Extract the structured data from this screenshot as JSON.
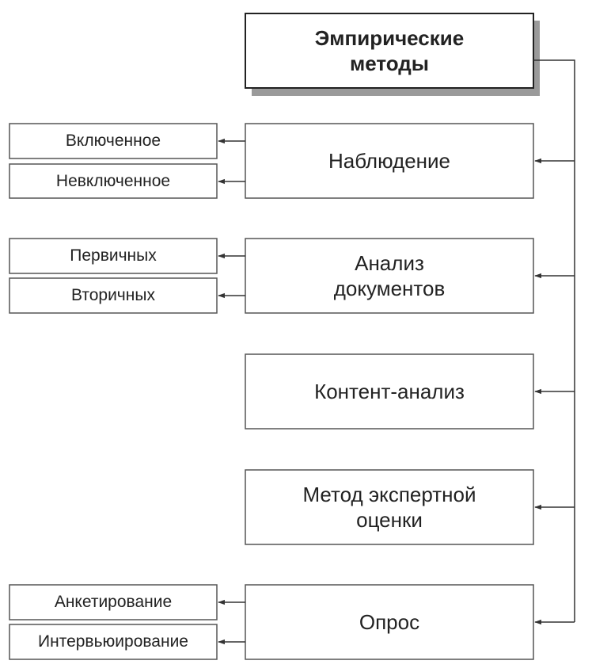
{
  "root": {
    "label": "Эмпирические\nметоды"
  },
  "methods": [
    {
      "label": "Наблюдение",
      "subs": [
        "Включенное",
        "Невключенное"
      ]
    },
    {
      "label": "Анализ\nдокументов",
      "subs": [
        "Первичных",
        "Вторичных"
      ]
    },
    {
      "label": "Контент-анализ",
      "subs": []
    },
    {
      "label": "Метод экспертной\nоценки",
      "subs": []
    },
    {
      "label": "Опрос",
      "subs": [
        "Анкетирование",
        "Интервьюирование"
      ]
    }
  ],
  "colors": {
    "line": "#333333",
    "root_border": "#222222",
    "root_shadow": "#9a9a9a",
    "box_border": "#555555",
    "text": "#222222"
  }
}
